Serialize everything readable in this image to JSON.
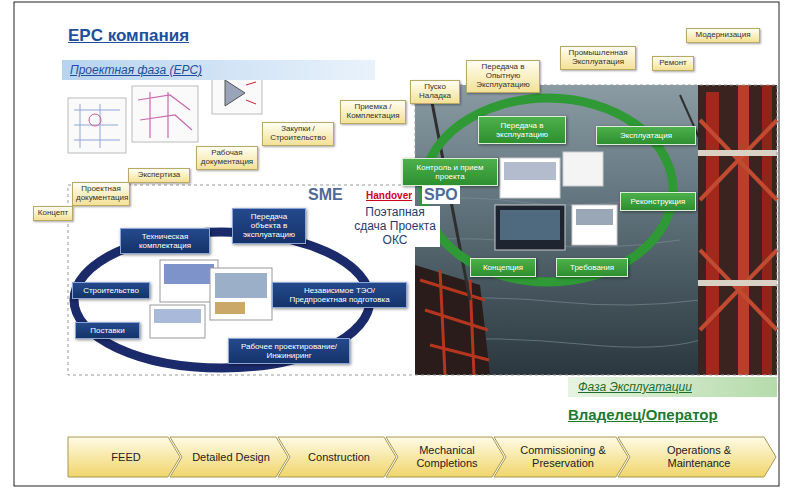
{
  "diagram": {
    "title": "EPC компания",
    "nodes": [
      {
        "text": [
          "Проектная фаза (EPC)"
        ]
      },
      {
        "text": [
          "Концепт"
        ]
      },
      {
        "text": [
          "Проектная документация"
        ]
      },
      {
        "text": [
          "Экспертиза"
        ]
      },
      {
        "text": [
          "Рабочая документация"
        ]
      },
      {
        "text": [
          "Закупки /Строительство"
        ]
      },
      {
        "text": [
          "Приемка /Комплектация"
        ]
      },
      {
        "text": [
          "Пуско Наладка"
        ]
      },
      {
        "text": [
          "Передача в Опытную Эксплуатацию"
        ]
      },
      {
        "text": [
          "Промышленная Эксплуатация"
        ]
      },
      {
        "text": [
          "Ремонт"
        ]
      },
      {
        "text": [
          "Модернизация"
        ]
      },
      {
        "text": [
          "Техническая комплектация"
        ]
      },
      {
        "text": [
          "Передача объекта в эксплуатацию"
        ]
      },
      {
        "text": [
          "Строительство"
        ]
      },
      {
        "text": [
          "Поставки"
        ]
      },
      {
        "text": [
          "Независимое ТЭО/ Предпроектная подготовка"
        ]
      },
      {
        "text": [
          "Рабочее проектирование/ Инжиниринг"
        ]
      },
      {
        "text": [
          "Передача в эксплуатацию"
        ]
      },
      {
        "text": [
          "Эксплуатация"
        ]
      },
      {
        "text": [
          "Контроль и прием проекта"
        ]
      },
      {
        "text": [
          "Реконструкция"
        ]
      },
      {
        "text": [
          "Концепция"
        ]
      },
      {
        "text": [
          "Требования"
        ]
      },
      {
        "text": [
          "Фаза Эксплуатации"
        ]
      },
      {
        "text": [
          "FEED"
        ]
      },
      {
        "text": [
          "Detailed Design"
        ]
      },
      {
        "text": [
          "Construction"
        ]
      },
      {
        "text": [
          "Mechanical Completions"
        ]
      },
      {
        "text": [
          "Commissioning & Preservation"
        ]
      },
      {
        "text": [
          "Operations & Maintenance"
        ]
      }
    ],
    "labels": [
      "SME",
      "Handover",
      "Поэтапная сдача Проекта ОКС",
      "SPO",
      "Владелец/Оператор"
    ]
  }
}
